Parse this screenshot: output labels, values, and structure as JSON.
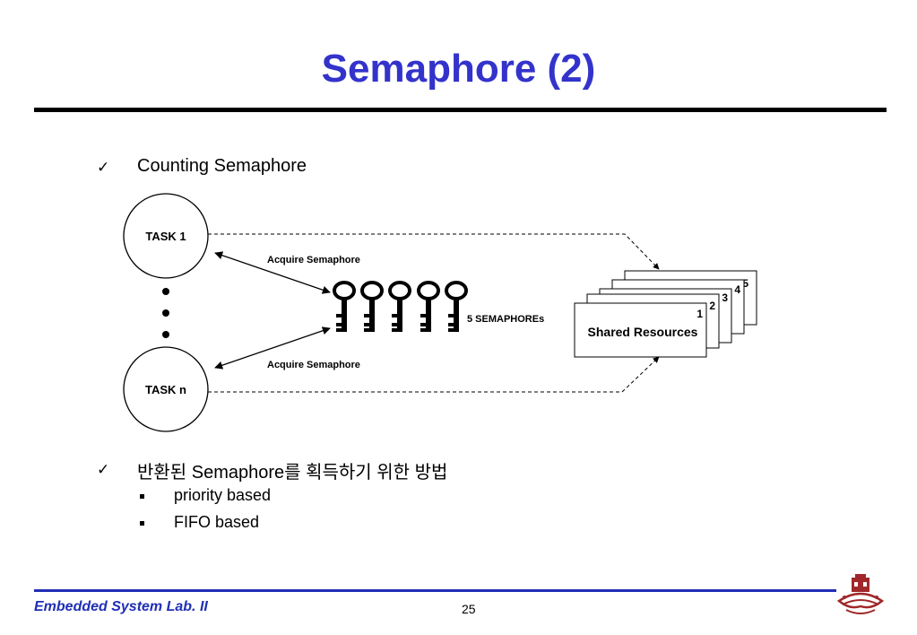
{
  "slide": {
    "title": "Semaphore (2)",
    "bullets": [
      {
        "check": "✓",
        "text": "Counting Semaphore"
      },
      {
        "check": "✓",
        "text": "반환된 Semaphore를 획득하기 위한 방법"
      }
    ],
    "sub_bullets": [
      "priority based",
      "FIFO based"
    ]
  },
  "diagram": {
    "task1_label": "TASK 1",
    "taskn_label": "TASK n",
    "acquire_label_top": "Acquire Semaphore",
    "acquire_label_bottom": "Acquire Semaphore",
    "semaphores_label": "5 SEMAPHOREs",
    "shared_resources_label": "Shared Resources",
    "resource_numbers": [
      "1",
      "2",
      "3",
      "4",
      "5"
    ],
    "key_count": 5
  },
  "footer": {
    "lab": "Embedded System Lab. II",
    "page_number": "25",
    "accent_color": "#1f2fb5",
    "title_color": "#3333cc",
    "logo_icon": "university-emblem-icon"
  }
}
